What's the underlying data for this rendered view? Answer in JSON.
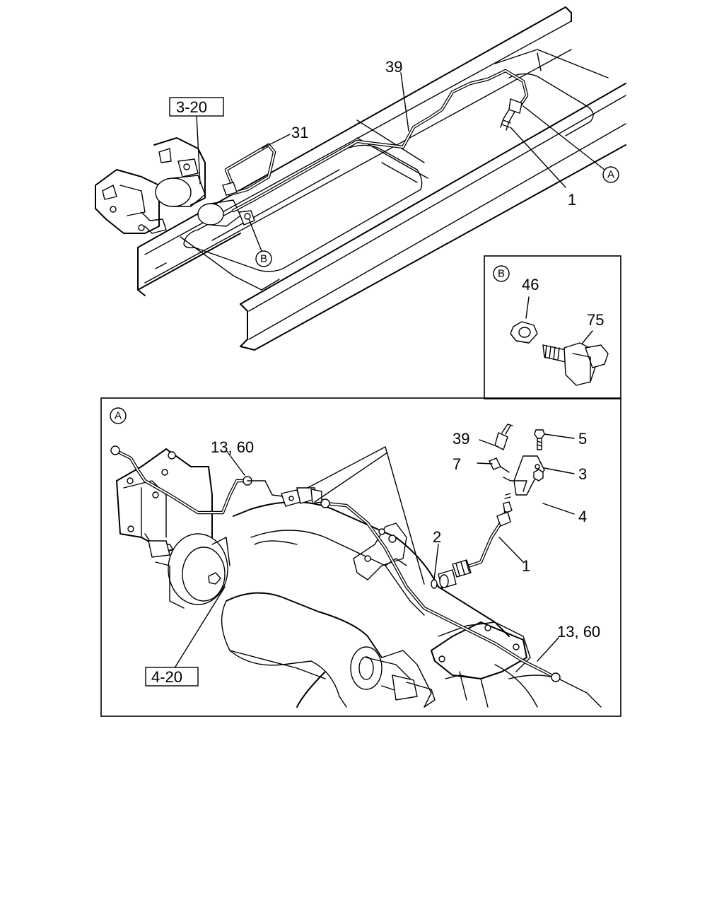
{
  "callouts": {
    "top": {
      "p39": "39",
      "p31": "31",
      "p1": "1",
      "ref_3_20": "3-20",
      "mark_a": "A",
      "mark_b": "B"
    },
    "detail_b": {
      "title": "B",
      "p46": "46",
      "p75": "75"
    },
    "detail_a": {
      "title": "A",
      "p39": "39",
      "p5": "5",
      "p7": "7",
      "p3": "3",
      "p4": "4",
      "p2": "2",
      "p1": "1",
      "p13_60_upper": "13, 60",
      "p13_60_lower": "13, 60",
      "ref_4_20": "4-20"
    }
  }
}
